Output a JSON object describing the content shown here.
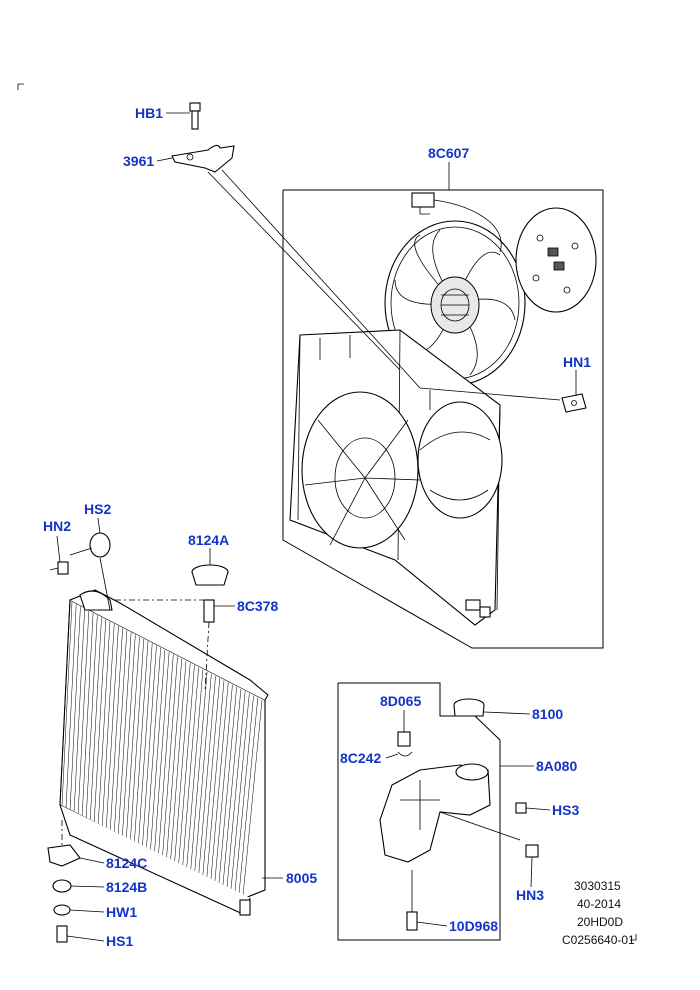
{
  "callouts": {
    "hb1": "HB1",
    "p3961": "3961",
    "p8c607": "8C607",
    "hn1": "HN1",
    "hn2": "HN2",
    "hs2": "HS2",
    "p8124a": "8124A",
    "p8c378": "8C378",
    "p8d065": "8D065",
    "p8100": "8100",
    "p8c242": "8C242",
    "p8a080": "8A080",
    "hs3": "HS3",
    "hn3": "HN3",
    "p8124c": "8124C",
    "p8124b": "8124B",
    "hw1": "HW1",
    "hs1": "HS1",
    "p8005": "8005",
    "p10d968": "10D968"
  },
  "meta": {
    "line1": "3030315",
    "line2": "40-2014",
    "line3": "20HD0D",
    "line4": "C0256640-01"
  }
}
